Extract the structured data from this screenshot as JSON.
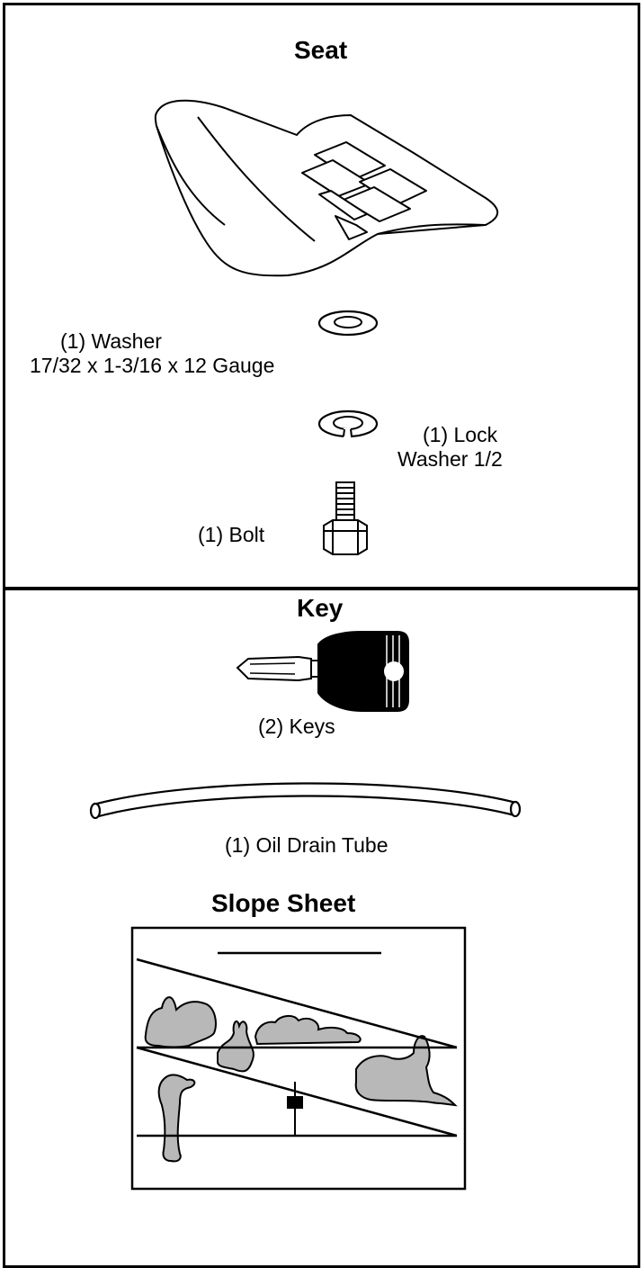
{
  "seat_section": {
    "title": "Seat",
    "washer_line1": "(1) Washer",
    "washer_line2": "17/32 x 1-3/16 x 12 Gauge",
    "lock_washer_line1": "(1) Lock",
    "lock_washer_line2": "Washer 1/2",
    "bolt_label": "(1) Bolt"
  },
  "key_section": {
    "title": "Key",
    "keys_label": "(2) Keys",
    "tube_label": "(1) Oil Drain Tube",
    "slope_title": "Slope Sheet"
  },
  "icons": [
    "seat-icon",
    "washer-icon",
    "lock-washer-icon",
    "bolt-icon",
    "key-icon",
    "oil-drain-tube-icon",
    "slope-sheet-icon"
  ]
}
